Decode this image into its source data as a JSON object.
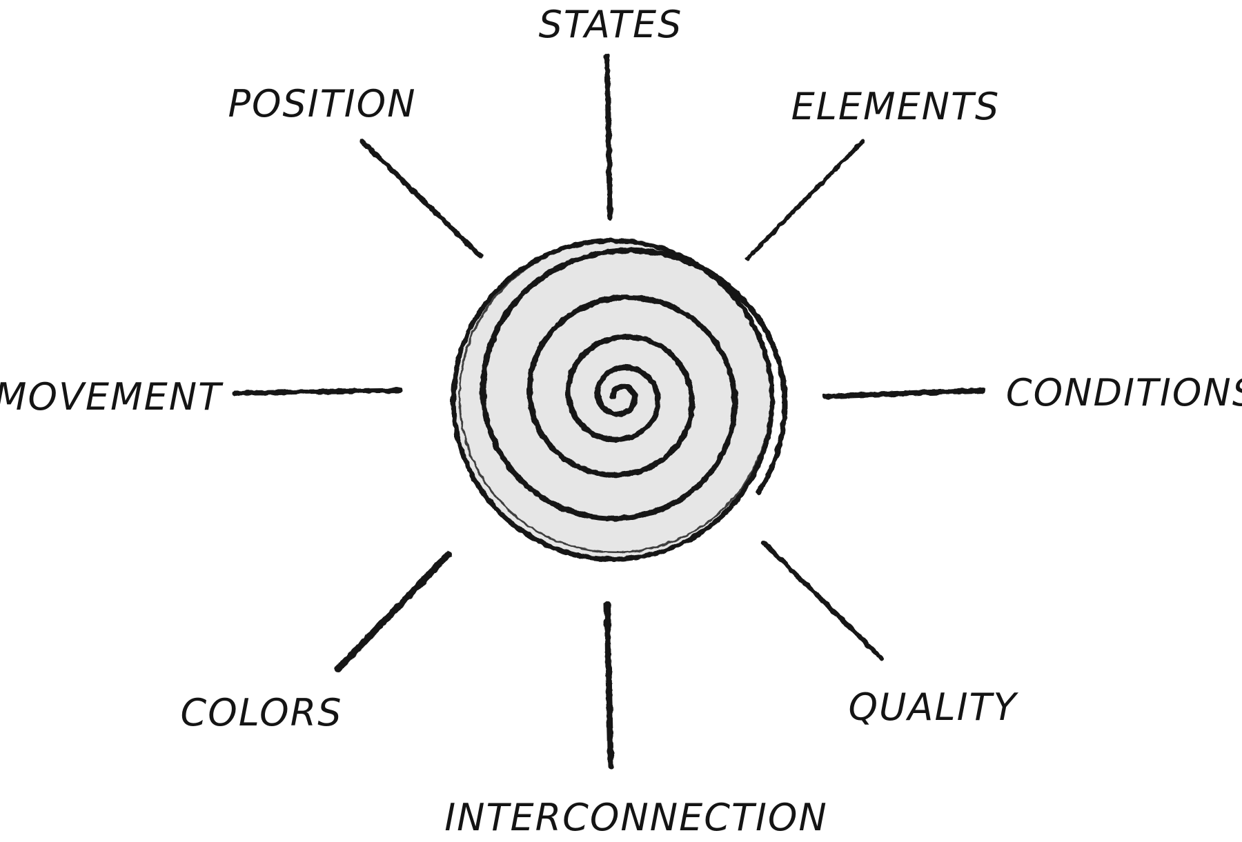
{
  "diagram": {
    "center": {
      "name": "spiral"
    },
    "labels": {
      "states": "STATES",
      "position": "POSITION",
      "elements": "ELEMENTS",
      "movement": "MOVEMENT",
      "conditions": "CONDITIONS",
      "colors": "COLORS",
      "quality": "QUALITY",
      "interconnection": "INTERCONNECTION"
    },
    "colors": {
      "ink": "#141414",
      "disc_fill": "#e6e6e6",
      "background": "#ffffff"
    }
  }
}
